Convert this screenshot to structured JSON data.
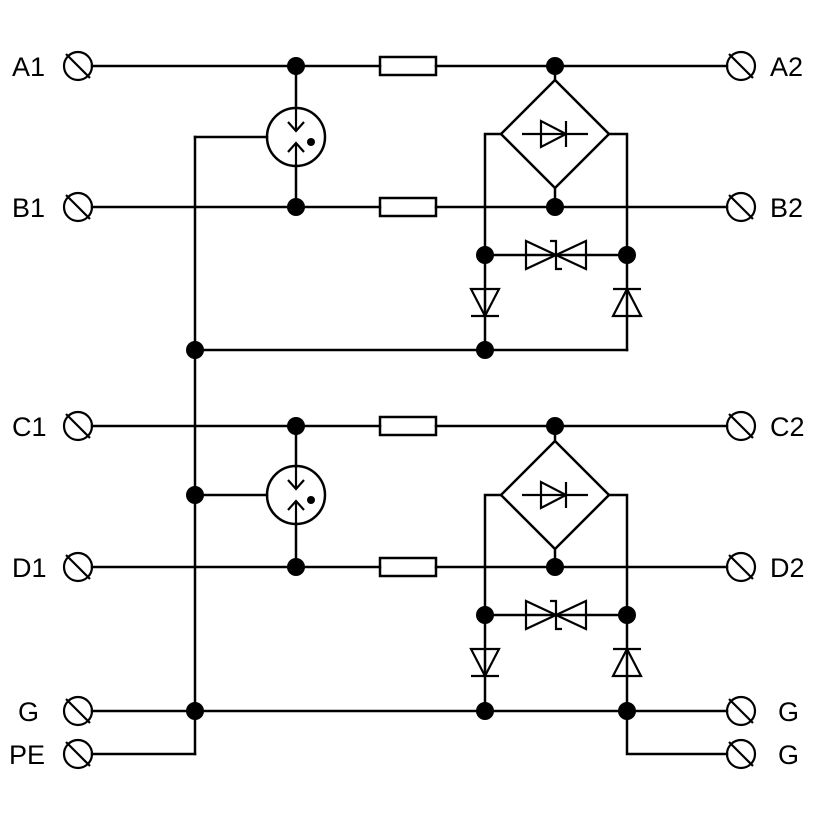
{
  "terminals": {
    "a1": "A1",
    "b1": "B1",
    "c1": "C1",
    "d1": "D1",
    "g_left": "G",
    "pe": "PE",
    "a2": "A2",
    "b2": "B2",
    "c2": "C2",
    "d2": "D2",
    "g_right_1": "G",
    "g_right_2": "G"
  },
  "colors": {
    "line": "#000000",
    "background": "#ffffff"
  },
  "components": {
    "gas_discharge_tube": "gas-discharge-arrester-icon",
    "resistor": "resistor-icon",
    "bridge_diode": "diode-bridge-icon",
    "tvs_diode": "bidirectional-tvs-diode-icon",
    "diode": "diode-icon",
    "terminal": "screw-terminal-icon"
  }
}
